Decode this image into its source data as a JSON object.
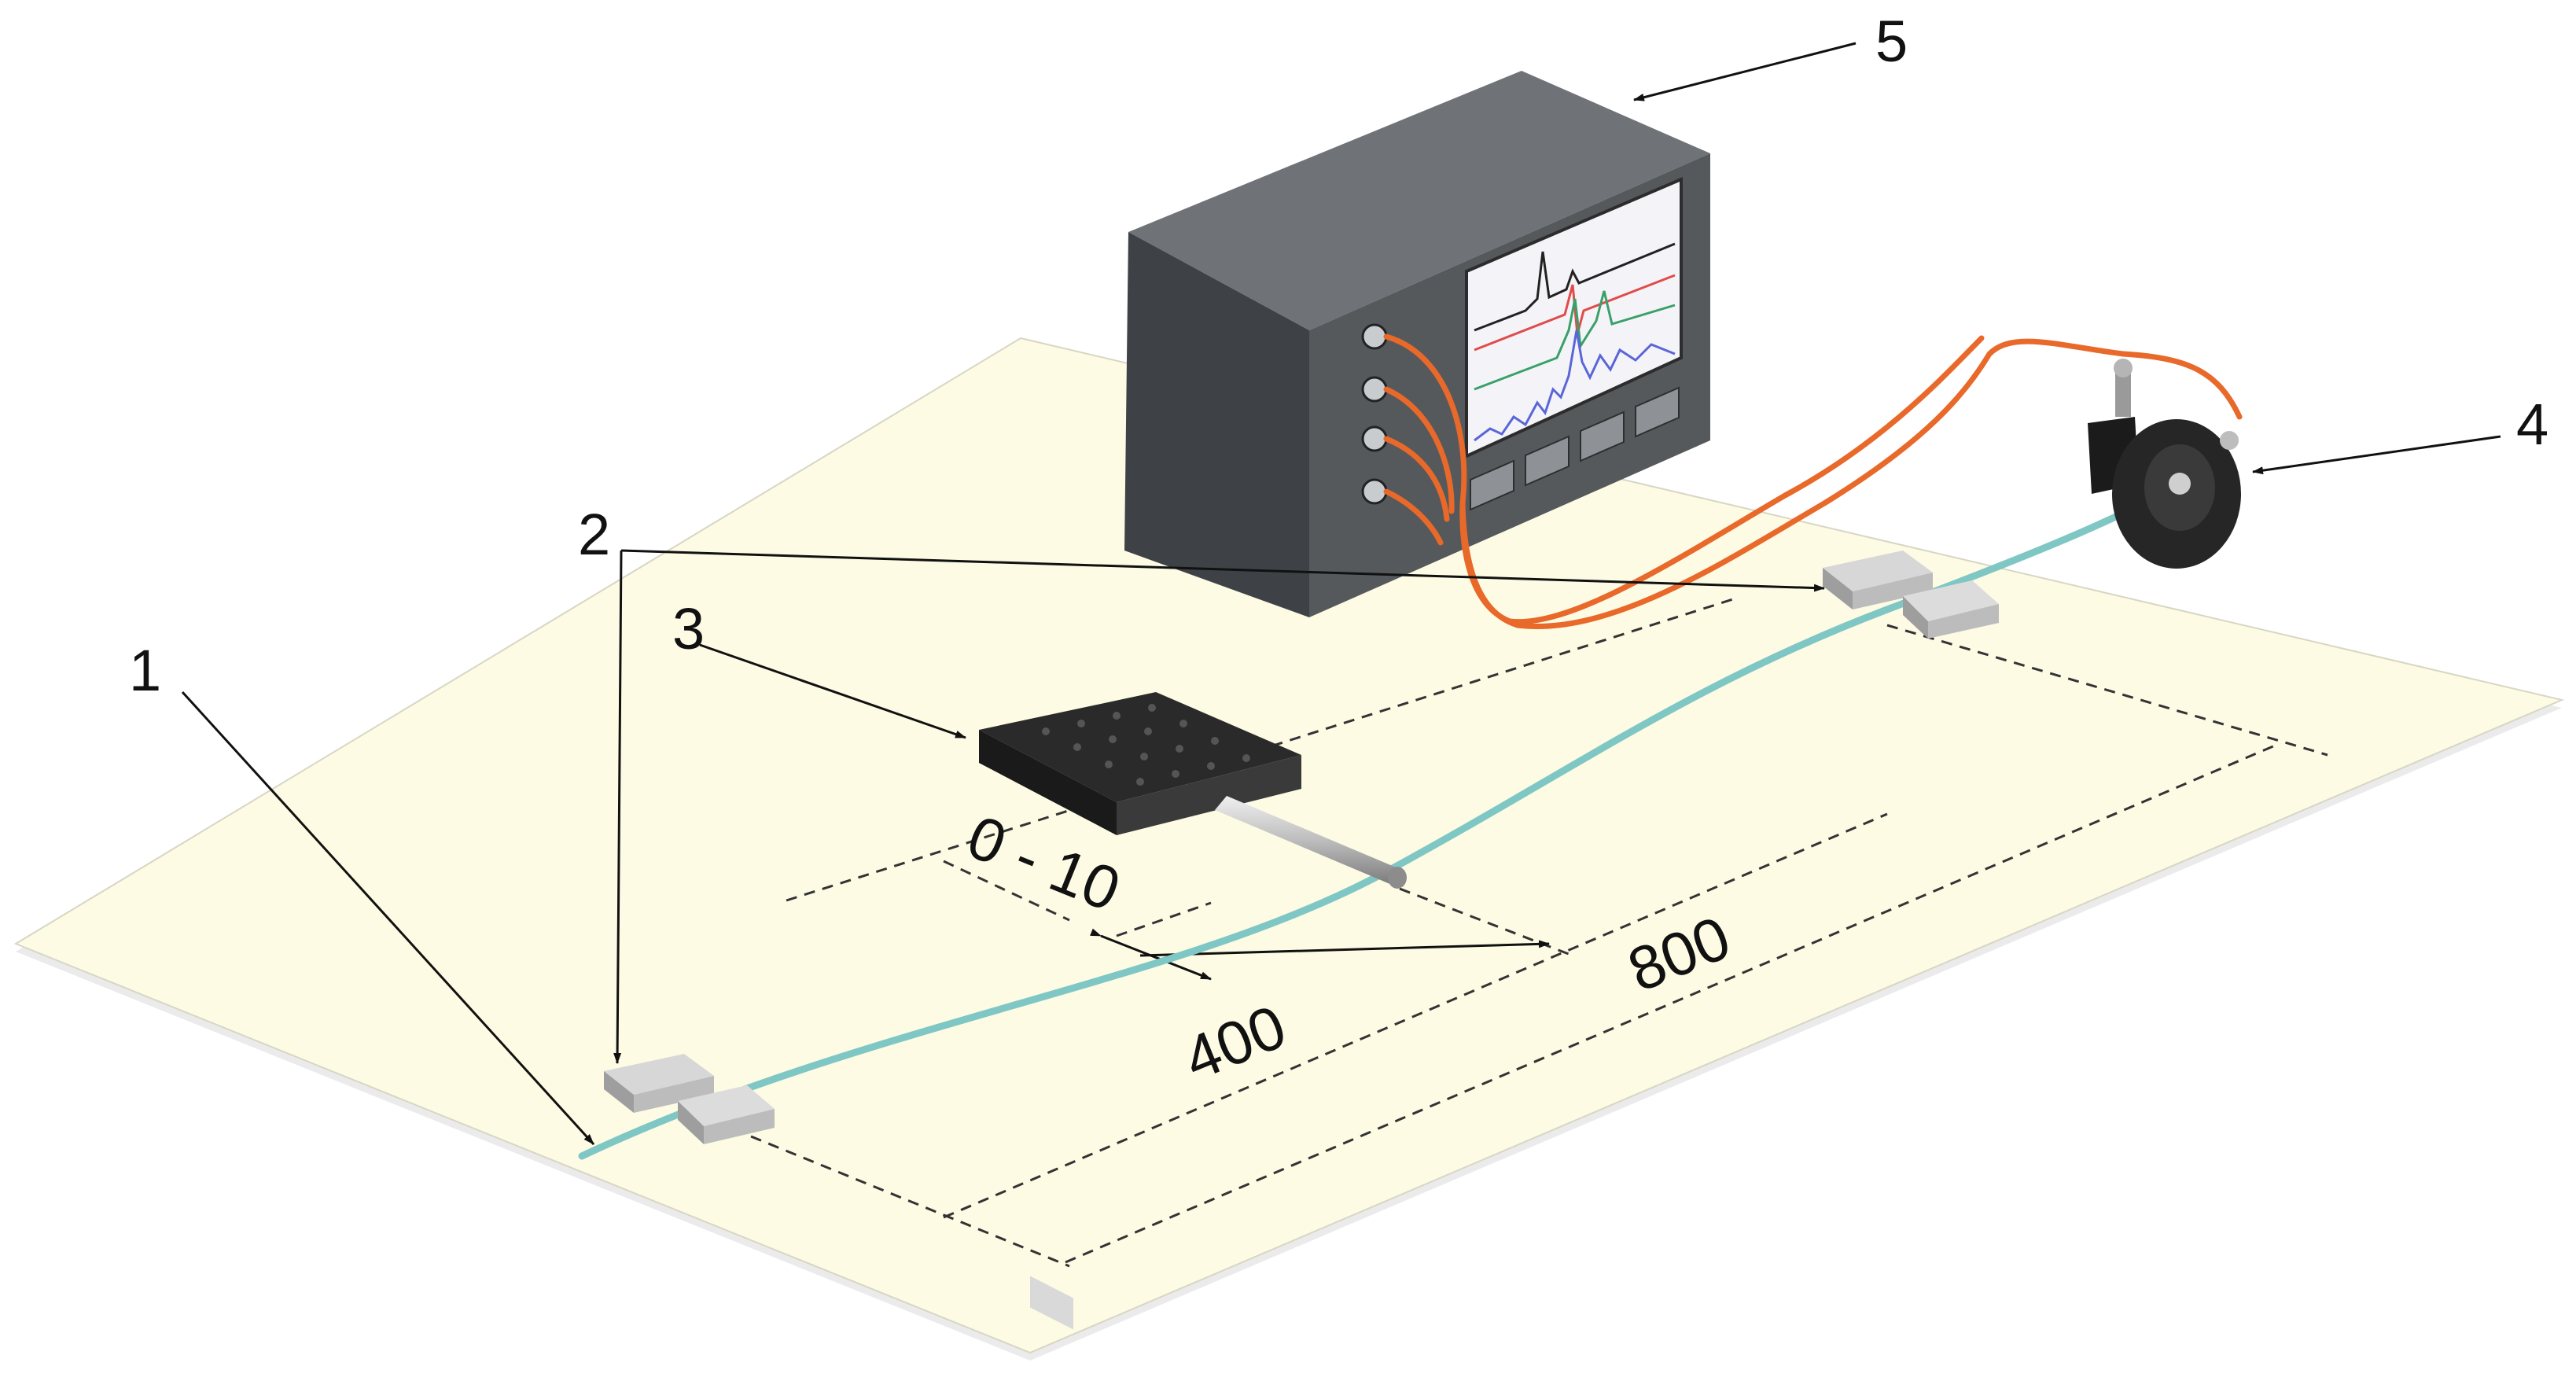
{
  "callouts": {
    "c1": "1",
    "c2": "2",
    "c3": "3",
    "c4": "4",
    "c5": "5"
  },
  "dimensions": {
    "offset": "0 - 10",
    "half": "400",
    "full": "800"
  },
  "colors": {
    "table": "#fdfbe4",
    "fiber": "#7fc7c4",
    "cable": "#e8692a",
    "housing": "#55595c",
    "screen": "#f4f4f8",
    "trace_black": "#222222",
    "trace_red": "#e24b4b",
    "trace_green": "#3aa06a",
    "trace_blue": "#5a66d8"
  },
  "icons": {
    "clamp": "fiber-clamp-icon",
    "stage": "translation-stage-icon",
    "source": "light-source-icon",
    "analyzer": "spectrum-analyzer-icon"
  }
}
